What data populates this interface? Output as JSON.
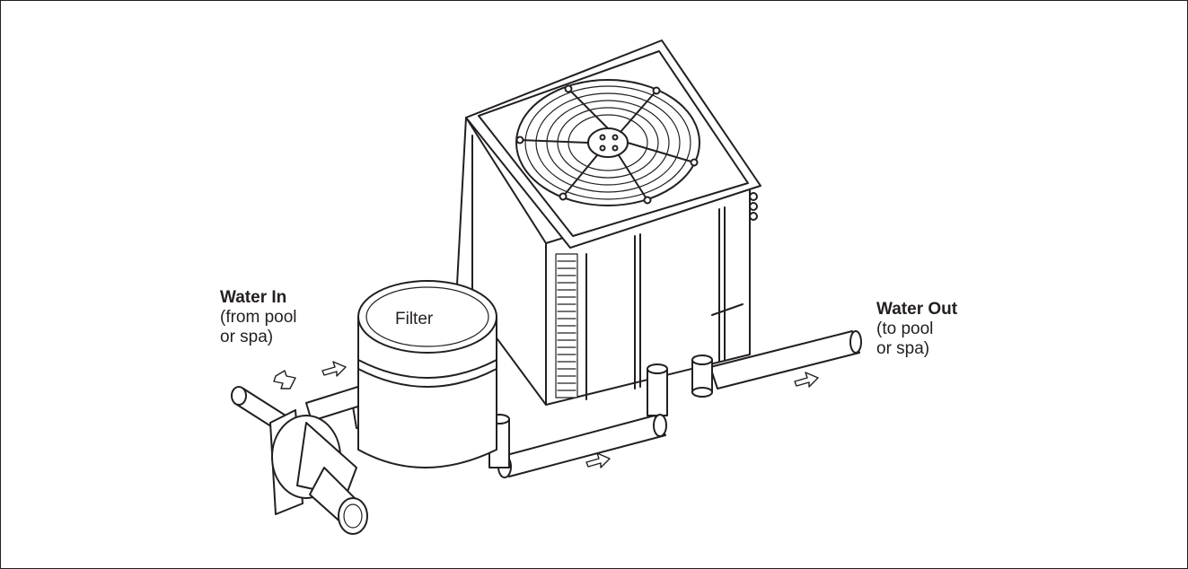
{
  "labels": {
    "water_in": {
      "title": "Water In",
      "line1": "(from pool",
      "line2": "or spa)"
    },
    "water_out": {
      "title": "Water Out",
      "line1": "(to pool",
      "line2": "or spa)"
    },
    "filter": "Filter"
  },
  "colors": {
    "line": "#231f20",
    "fill": "#ffffff"
  }
}
